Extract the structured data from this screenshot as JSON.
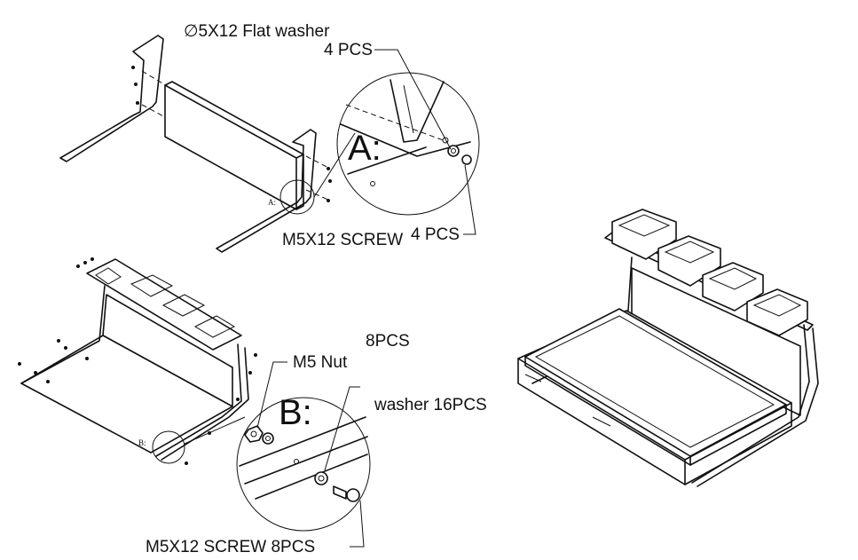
{
  "labels": {
    "flat_washer": "∅5X12 Flat washer",
    "pcs_top": "4 PCS",
    "detail_a": "A:",
    "detail_a_small": "A:",
    "screw_a": "M5X12 SCREW",
    "pcs_bottom": "4 PCS",
    "nut_pcs": "8PCS",
    "nut": "M5 Nut",
    "washer": "washer  16PCS",
    "detail_b": "B:",
    "detail_b_small": "B:",
    "screw_b": "M5X12   SCREW   8PCS"
  }
}
